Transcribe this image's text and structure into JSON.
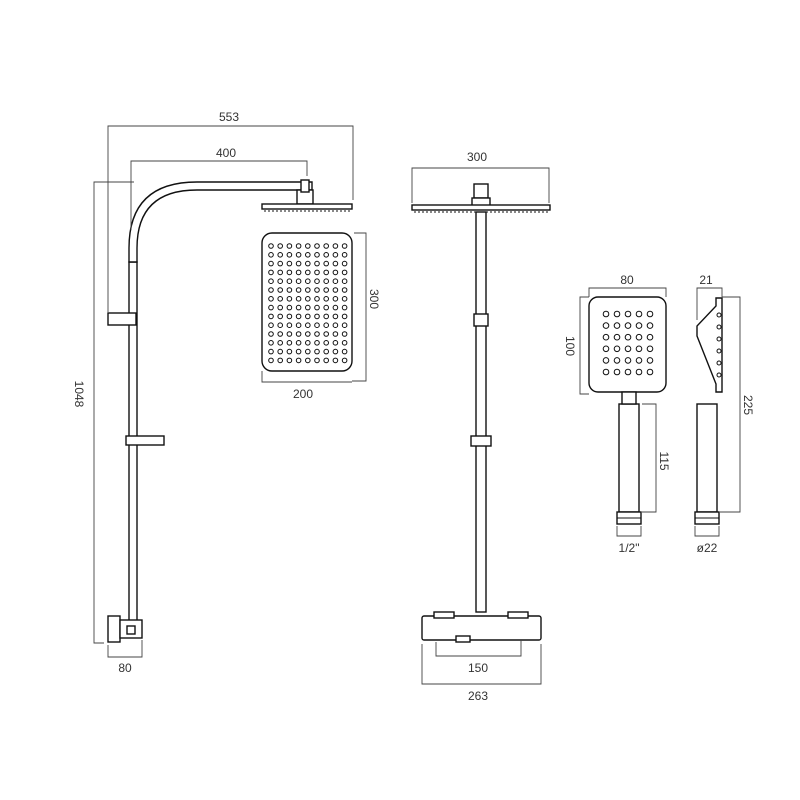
{
  "side_view": {
    "arm_reach": "553",
    "head_offset": "400",
    "total_height": "1048",
    "base_depth": "80"
  },
  "head_plan": {
    "length": "300",
    "width": "200"
  },
  "front_view": {
    "head_width": "300",
    "centres": "150",
    "valve_width": "263"
  },
  "handset_front": {
    "width": "80",
    "height": "100",
    "handle_length": "115",
    "thread": "1/2\""
  },
  "handset_side": {
    "depth": "21",
    "total_length": "225",
    "diameter": "ø22"
  }
}
